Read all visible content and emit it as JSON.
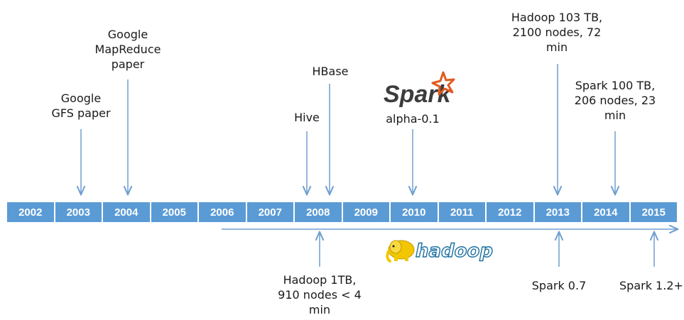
{
  "timeline": {
    "years": [
      "2002",
      "2003",
      "2004",
      "2005",
      "2006",
      "2007",
      "2008",
      "2009",
      "2010",
      "2011",
      "2012",
      "2013",
      "2014",
      "2015"
    ]
  },
  "events_above": [
    {
      "id": "gfs",
      "text": "Google\nGFS paper"
    },
    {
      "id": "mapreduce",
      "text": "Google\nMapReduce\npaper"
    },
    {
      "id": "hive",
      "text": "Hive"
    },
    {
      "id": "hbase",
      "text": "HBase"
    },
    {
      "id": "spark-alpha",
      "text": "alpha-0.1"
    },
    {
      "id": "hadoop103",
      "text": "Hadoop 103 TB,\n2100 nodes, 72\nmin"
    },
    {
      "id": "spark100",
      "text": "Spark 100 TB,\n206 nodes, 23\nmin"
    }
  ],
  "events_below": [
    {
      "id": "hadoop1tb",
      "text": "Hadoop 1TB,\n910 nodes < 4\nmin"
    },
    {
      "id": "spark07",
      "text": "Spark 0.7"
    },
    {
      "id": "spark12",
      "text": "Spark 1.2+"
    }
  ],
  "logos": {
    "spark": "Spark",
    "hadoop": "hadoop"
  },
  "colors": {
    "bar": "#5b9bd5",
    "arrow": "#6f9fd0",
    "spark_star": "#e25a1c",
    "hadoop_yellow": "#f2c700",
    "hadoop_text": "#1a6fa0"
  }
}
